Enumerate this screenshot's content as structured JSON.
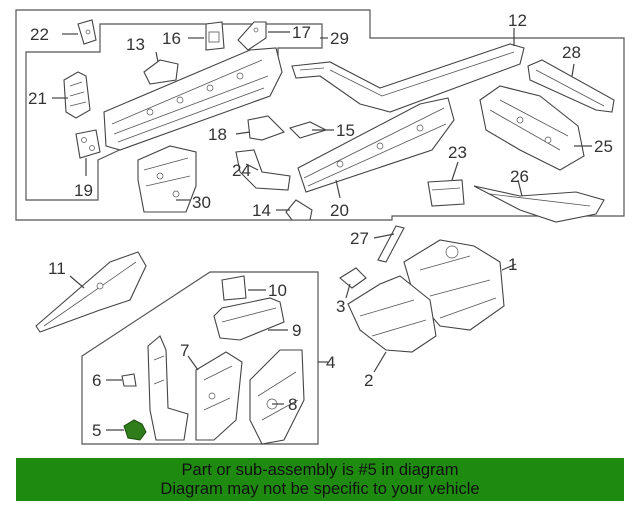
{
  "diagram": {
    "callouts": [
      {
        "id": "1",
        "label": "1"
      },
      {
        "id": "2",
        "label": "2"
      },
      {
        "id": "3",
        "label": "3"
      },
      {
        "id": "4",
        "label": "4"
      },
      {
        "id": "5",
        "label": "5"
      },
      {
        "id": "6",
        "label": "6"
      },
      {
        "id": "7",
        "label": "7"
      },
      {
        "id": "8",
        "label": "8"
      },
      {
        "id": "9",
        "label": "9"
      },
      {
        "id": "10",
        "label": "10"
      },
      {
        "id": "11",
        "label": "11"
      },
      {
        "id": "12",
        "label": "12"
      },
      {
        "id": "13",
        "label": "13"
      },
      {
        "id": "14",
        "label": "14"
      },
      {
        "id": "15",
        "label": "15"
      },
      {
        "id": "16",
        "label": "16"
      },
      {
        "id": "17",
        "label": "17"
      },
      {
        "id": "18",
        "label": "18"
      },
      {
        "id": "19",
        "label": "19"
      },
      {
        "id": "20",
        "label": "20"
      },
      {
        "id": "21",
        "label": "21"
      },
      {
        "id": "22",
        "label": "22"
      },
      {
        "id": "23",
        "label": "23"
      },
      {
        "id": "24",
        "label": "24"
      },
      {
        "id": "25",
        "label": "25"
      },
      {
        "id": "26",
        "label": "26"
      },
      {
        "id": "27",
        "label": "27"
      },
      {
        "id": "28",
        "label": "28"
      },
      {
        "id": "29",
        "label": "29"
      },
      {
        "id": "30",
        "label": "30"
      }
    ],
    "highlighted_part": "5",
    "highlight_color": "#2e7d1a"
  },
  "banner": {
    "line1": "Part or sub-assembly is #5 in diagram",
    "line2": "Diagram may not be specific to your vehicle",
    "background": "#1f8a10"
  }
}
